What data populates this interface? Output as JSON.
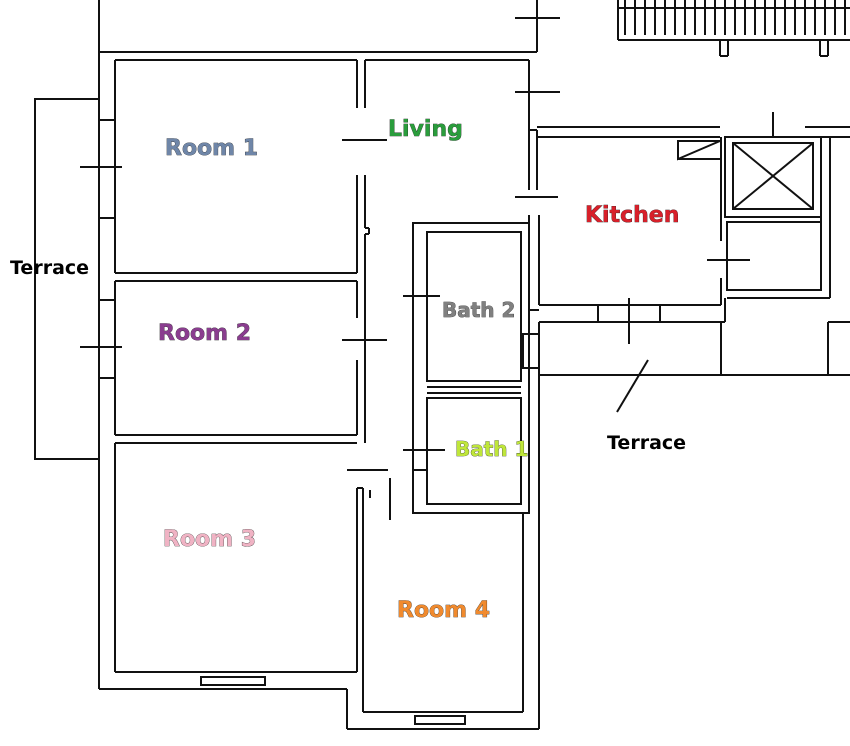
{
  "labels": {
    "living": {
      "text": "Living",
      "color": "#2a9d3c"
    },
    "room1": {
      "text": "Room 1",
      "color": "#6f86a8"
    },
    "room2": {
      "text": "Room 2",
      "color": "#8a3d8f"
    },
    "room3": {
      "text": "Room 3",
      "color": "#f0b3c4"
    },
    "room4": {
      "text": "Room 4",
      "color": "#f08a2e"
    },
    "kitchen": {
      "text": "Kitchen",
      "color": "#d8202a"
    },
    "bath1": {
      "text": "Bath 1",
      "color": "#bfe63a"
    },
    "bath2": {
      "text": "Bath 2",
      "color": "#808080"
    },
    "terrace_west": {
      "text": "Terrace",
      "color": "#000000"
    },
    "terrace_east": {
      "text": "Terrace",
      "color": "#000000"
    }
  },
  "colors": {
    "wall": "#111111",
    "background": "#ffffff"
  }
}
